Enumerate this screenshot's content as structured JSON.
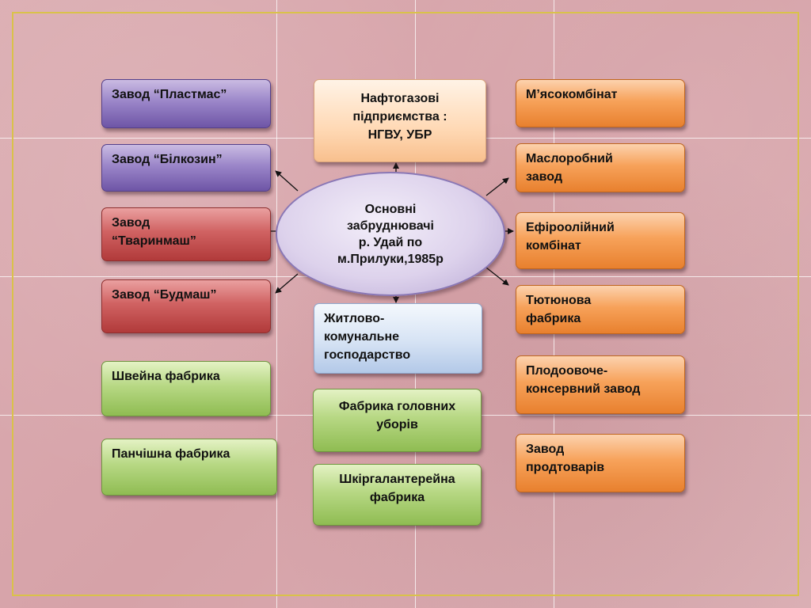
{
  "center": {
    "line1": "Основні",
    "line2": "забруднювачі",
    "line3": "р. Удай по",
    "line4": "м.Прилуки,1985р"
  },
  "top_box": {
    "line1": "Нафтогазові",
    "line2": "підприємства :",
    "line3": "НГВУ, УБР"
  },
  "left_boxes": [
    {
      "line1": "Завод “Пластмас”"
    },
    {
      "line1": "Завод “Білкозин”"
    },
    {
      "line1": "Завод",
      "line2": "“Тваринмаш”"
    },
    {
      "line1": "Завод “Будмаш”"
    },
    {
      "line1": "Швейна фабрика"
    },
    {
      "line1": "Панчішна фабрика"
    }
  ],
  "middle_boxes": [
    {
      "line1": "Житлово-",
      "line2": "комунальне",
      "line3": "господарство"
    },
    {
      "line1": "Фабрика головних",
      "line2": "уборів"
    },
    {
      "line1": "Шкіргалантерейна",
      "line2": "фабрика"
    }
  ],
  "right_boxes": [
    {
      "line1": "М’ясокомбінат"
    },
    {
      "line1": "Маслоробний",
      "line2": "завод"
    },
    {
      "line1": "Ефіроолійний",
      "line2": "комбінат"
    },
    {
      "line1": "Тютюнова",
      "line2": "фабрика"
    },
    {
      "line1": "Плодоовоче-",
      "line2": "консервний завод"
    },
    {
      "line1": "Завод",
      "line2": "продтоварів"
    }
  ]
}
